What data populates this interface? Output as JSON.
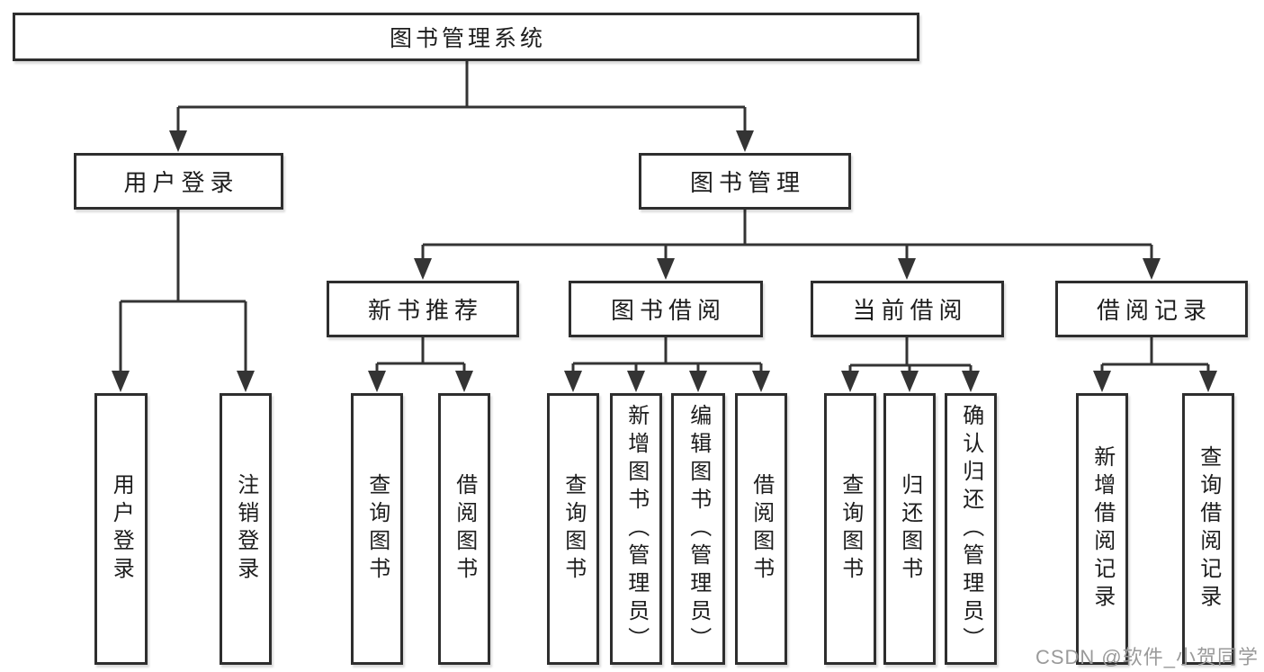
{
  "colors": {
    "line": "#343434",
    "box_border": "#2e2e2e",
    "box_fill": "#ffffff",
    "text": "#1d1d1d",
    "background": "#ffffff",
    "watermark": "#9a9a9a"
  },
  "watermark": {
    "text": "CSDN @软件_小贺同学"
  },
  "tree": {
    "label": "图书管理系统",
    "children": [
      {
        "label": "用户登录",
        "children": [
          {
            "label": "用户登录"
          },
          {
            "label": "注销登录"
          }
        ]
      },
      {
        "label": "图书管理",
        "children": [
          {
            "label": "新书推荐",
            "children": [
              {
                "label": "查询图书"
              },
              {
                "label": "借阅图书"
              }
            ]
          },
          {
            "label": "图书借阅",
            "children": [
              {
                "label": "查询图书"
              },
              {
                "label": "新增图书（管理员）"
              },
              {
                "label": "编辑图书（管理员）"
              },
              {
                "label": "借阅图书"
              }
            ]
          },
          {
            "label": "当前借阅",
            "children": [
              {
                "label": "查询图书"
              },
              {
                "label": "归还图书"
              },
              {
                "label": "确认归还（管理员）"
              }
            ]
          },
          {
            "label": "借阅记录",
            "children": [
              {
                "label": "新增借阅记录"
              },
              {
                "label": "查询借阅记录"
              }
            ]
          }
        ]
      }
    ]
  }
}
